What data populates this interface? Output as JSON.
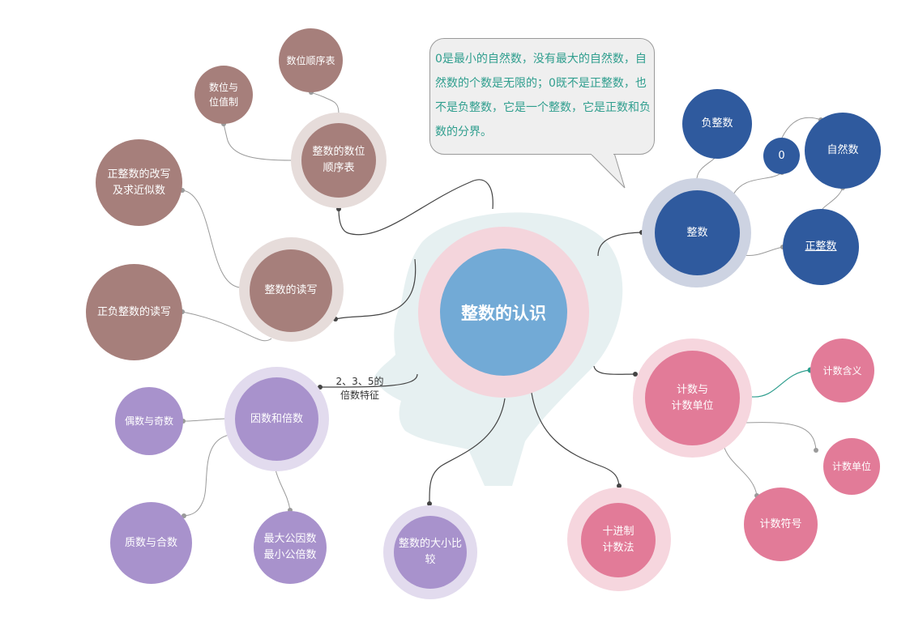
{
  "center": {
    "title": "整数的认识"
  },
  "note": {
    "text": "0是最小的自然数，没有最大的自然数，自然数的个数是无限的；0既不是正整数，也不是负整数，它是一个整数，它是正数和负数的分界。"
  },
  "branches": {
    "order_table": {
      "label": "整数的数位\n顺序表",
      "children": {
        "place_table": "数位顺序表",
        "place_value": "数位与\n位值制"
      }
    },
    "read_write": {
      "label": "整数的读写",
      "children": {
        "rewrite": "正整数的改写\n及求近似数",
        "pos_neg_read": "正负整数的读写"
      }
    },
    "factors": {
      "label": "因数和倍数",
      "edge_label": "2、3、5的\n倍数特征",
      "children": {
        "even_odd": "偶数与奇数",
        "prime": "质数与合数",
        "gcd_lcm": "最大公因数\n最小公倍数"
      }
    },
    "compare": {
      "label": "整数的大小比\n较"
    },
    "decimal": {
      "label": "十进制\n计数法"
    },
    "counting": {
      "label": "计数与\n计数单位",
      "children": {
        "meaning": "计数含义",
        "unit": "计数单位",
        "symbol": "计数符号"
      }
    },
    "integer": {
      "label": "整数",
      "children": {
        "negative": "负整数",
        "zero": "0",
        "natural": "自然数",
        "positive": "正整数"
      }
    }
  },
  "colors": {
    "brown": "#a67f7b",
    "brown_ring": "#e6dcda",
    "purple": "#a892cc",
    "purple_ring": "#e2dbee",
    "pink": "#e27b98",
    "pink_ring": "#f6d6de",
    "navy": "#2f5a9e",
    "navy_ring": "#cdd3e2",
    "center": "#72aad6",
    "center_ring": "#f4d5dc",
    "head": "#e6f0f1",
    "note_text": "#2f9e8e"
  }
}
